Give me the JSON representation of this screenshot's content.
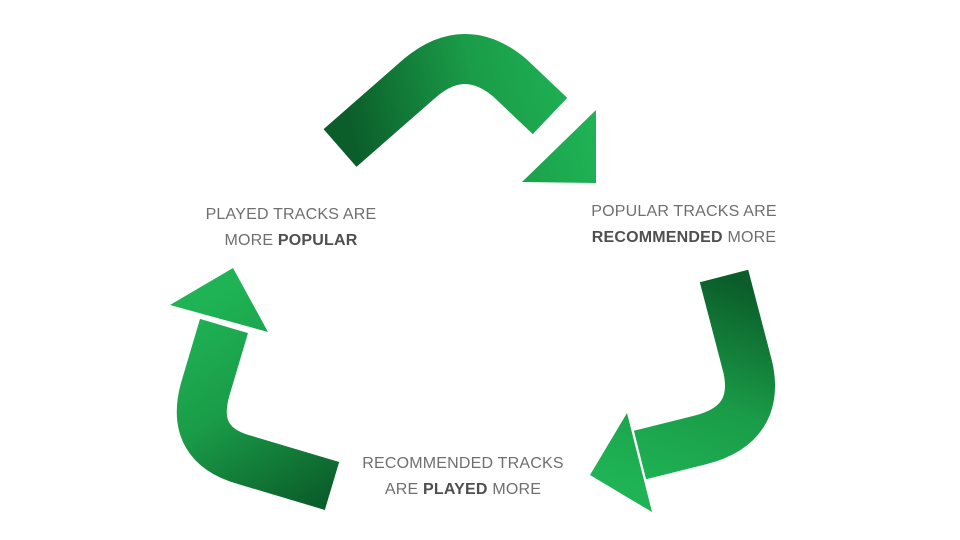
{
  "diagram": {
    "arrow_color_light": "#1fb355",
    "arrow_color_dark": "#0b5e2a",
    "labels": [
      {
        "line1": "PLAYED TRACKS ARE",
        "line2_pre": "MORE ",
        "line2_bold": "POPULAR",
        "line2_post": ""
      },
      {
        "line1": "POPULAR TRACKS ARE",
        "line2_pre": "",
        "line2_bold": "RECOMMENDED",
        "line2_post": " MORE"
      },
      {
        "line1": "RECOMMENDED TRACKS",
        "line2_pre": "ARE ",
        "line2_bold": "PLAYED",
        "line2_post": " MORE"
      }
    ]
  }
}
